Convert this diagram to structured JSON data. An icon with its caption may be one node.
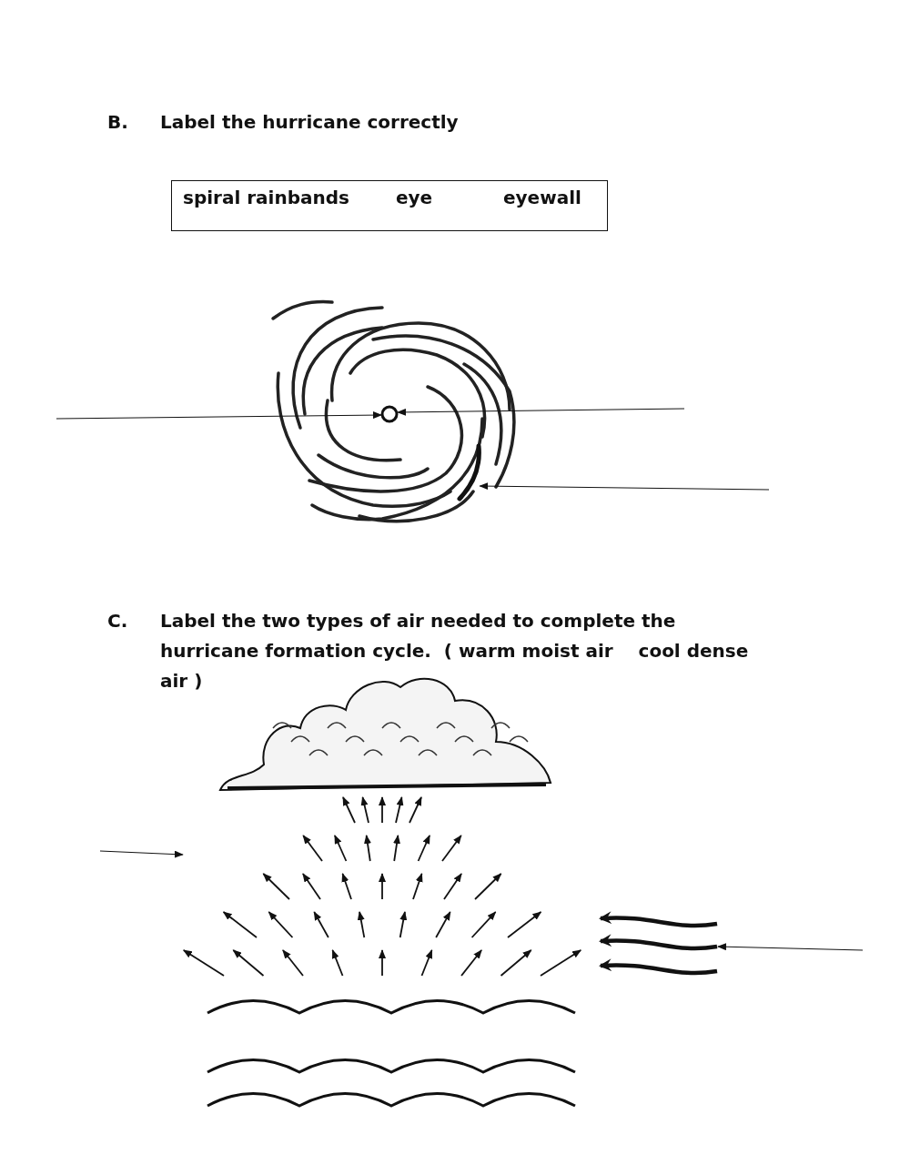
{
  "diagram": {
    "nodes": [
      {
        "text": [
          "spiral rainbands",
          "eye",
          "eyewall"
        ]
      },
      {
        "text": [],
        "shape": "picture"
      },
      {
        "text": [],
        "shape": "circle",
        "in": 1
      },
      {
        "text": [],
        "shape": "picture",
        "in": 1
      },
      {
        "text": [],
        "shape": "cloud"
      },
      {
        "text": [],
        "shape": "picture"
      },
      {
        "text": [],
        "shape": "picture"
      },
      {
        "text": [],
        "shape": "picture"
      }
    ],
    "edges": [
      {
        "from": null,
        "to": 2,
        "arrow": "to"
      },
      {
        "from": null,
        "to": 2,
        "arrow": "to"
      },
      {
        "from": null,
        "to": 3,
        "arrow": "to"
      },
      {
        "from": null,
        "to": 5,
        "arrow": "to"
      },
      {
        "from": null,
        "to": 6,
        "arrow": "to"
      }
    ],
    "labels": [
      "B.",
      "Label the hurricane correctly",
      "C.",
      "Label the two types of air needed to complete the hurricane formation cycle.  ( warm moist air    cool dense air )"
    ]
  }
}
